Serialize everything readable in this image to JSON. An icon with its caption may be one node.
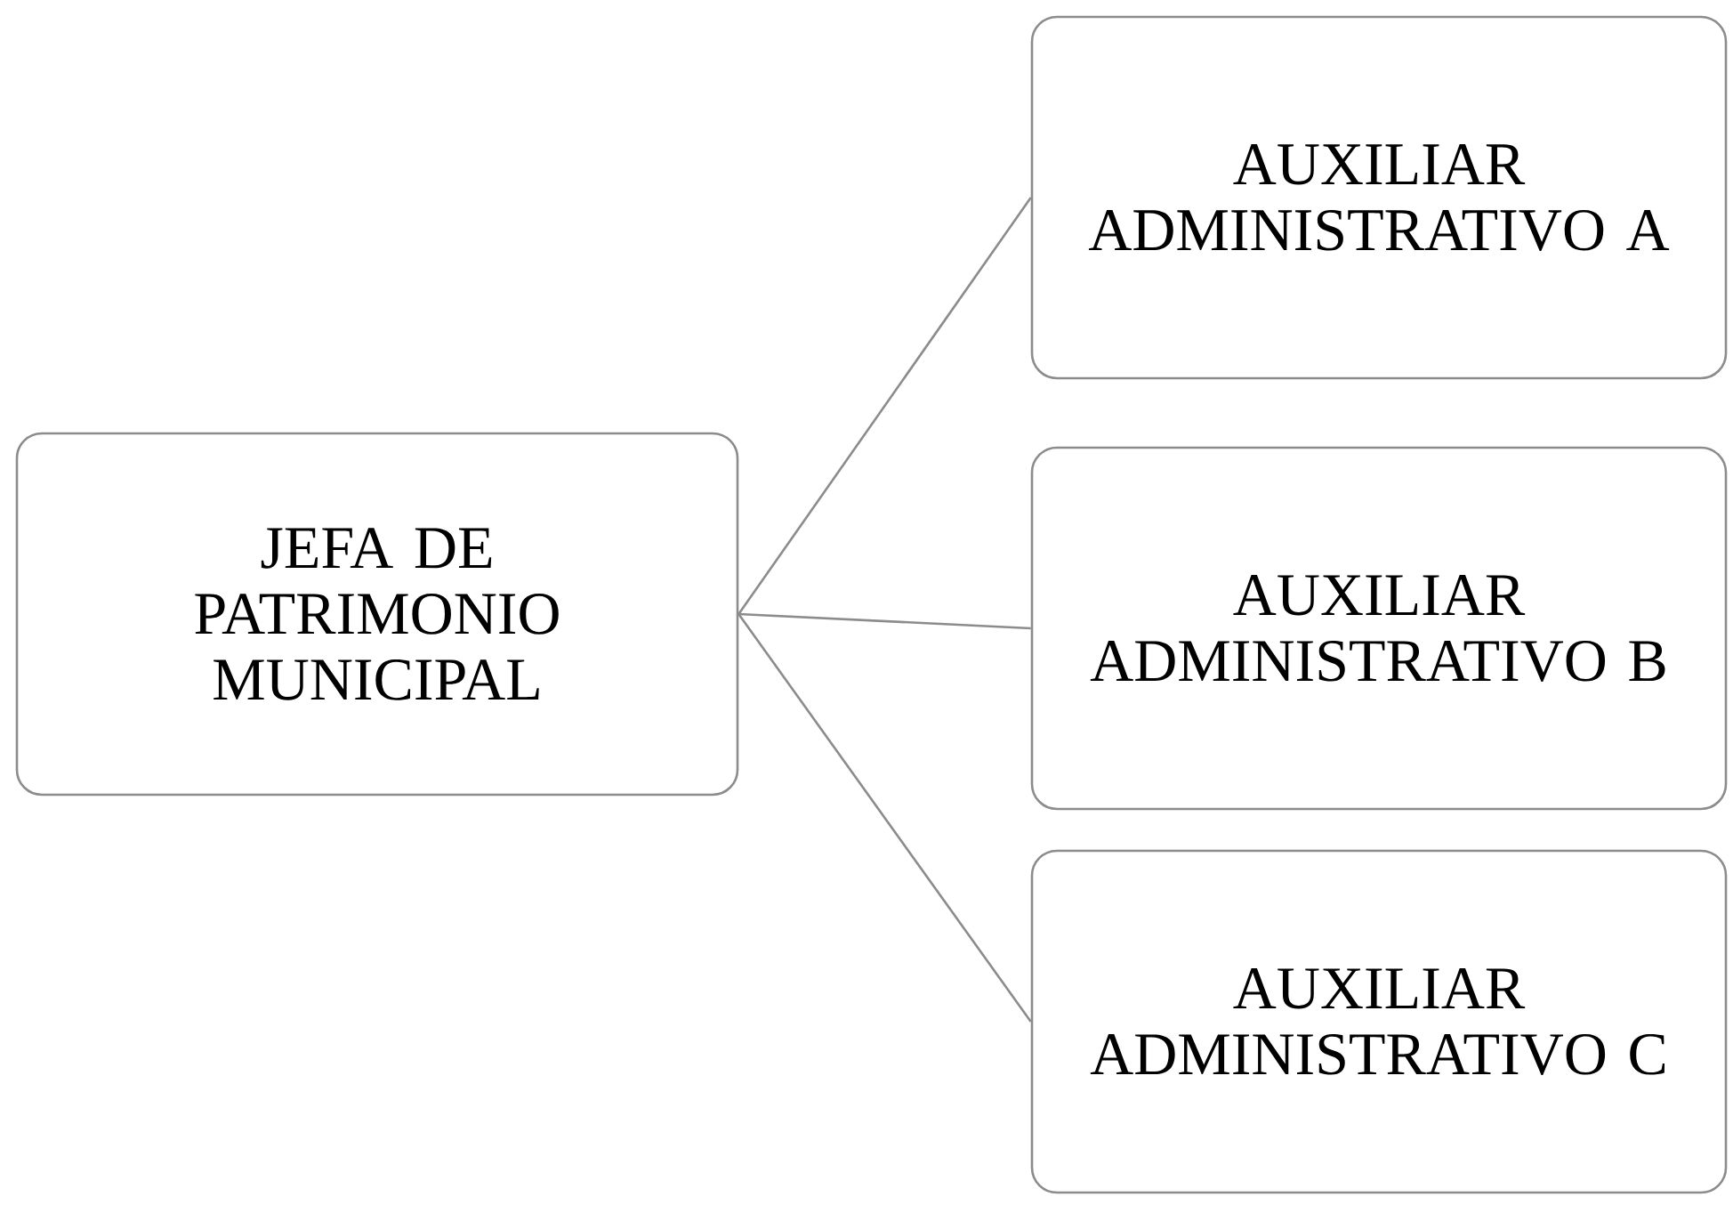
{
  "diagram": {
    "nodes": [
      {
        "text": [
          "JEFA DE PATRIMONIO MUNICIPAL"
        ]
      },
      {
        "text": [
          "AUXILIAR ADMINISTRATIVO A"
        ]
      },
      {
        "text": [
          "AUXILIAR ADMINISTRATIVO B"
        ]
      },
      {
        "text": [
          "AUXILIAR ADMINISTRATIVO C"
        ]
      }
    ],
    "edges": [
      {
        "from": 0,
        "to": 1,
        "arrow": "none"
      },
      {
        "from": 0,
        "to": 2,
        "arrow": "none"
      },
      {
        "from": 0,
        "to": 3,
        "arrow": "none"
      }
    ]
  }
}
